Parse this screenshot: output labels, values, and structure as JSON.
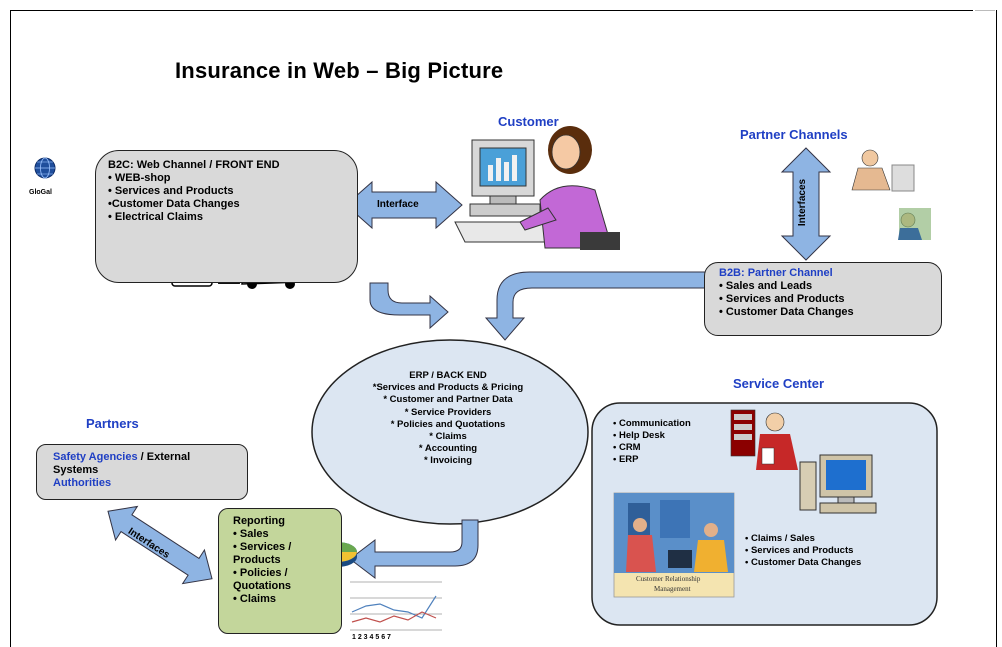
{
  "title": "Insurance in Web – Big Picture",
  "globe_label": "GloGal",
  "headers": {
    "customer": "Customer",
    "partner_channels": "Partner Channels",
    "service_center": "Service Center",
    "partners": "Partners"
  },
  "b2c": {
    "heading": "B2C: Web Channel / FRONT END",
    "items": [
      "• WEB-shop",
      "• Services and Products",
      "•Customer Data Changes",
      "• Electrical Claims"
    ]
  },
  "b2b": {
    "heading": "B2B: Partner Channel",
    "items": [
      "• Sales and Leads",
      "• Services and Products",
      "• Customer Data Changes"
    ]
  },
  "erp": {
    "heading": "ERP / BACK END",
    "items": [
      "*Services and Products & Pricing",
      "* Customer and Partner Data",
      "* Service Providers",
      "* Policies and Quotations",
      "* Claims",
      "* Accounting",
      "* Invoicing"
    ]
  },
  "partners_box": {
    "line1_blue": "Safety Agencies",
    "line1_rest": " / External",
    "line2": "Systems",
    "line3": "Authorities"
  },
  "reporting": {
    "heading": "Reporting",
    "items": [
      "• Sales",
      "• Services /",
      "Products",
      "• Policies /",
      "Quotations",
      "• Claims"
    ]
  },
  "service_center": {
    "list1": [
      "• Communication",
      "• Help Desk",
      "• CRM",
      "• ERP"
    ],
    "list2": [
      "• Claims / Sales",
      "• Services and Products",
      "• Customer Data Changes"
    ],
    "crm_caption_1": "Customer Relationship",
    "crm_caption_2": "Management"
  },
  "arrows": {
    "interface": "Interface",
    "interfaces_vertical": "Interfaces",
    "interfaces_diag": "Interfaces"
  },
  "chart_axis": "1 2 3 4 5 6 7",
  "colors": {
    "header_blue": "#1f3fc4",
    "box_gray": "#d9d9d9",
    "erp_fill": "#dce6f2",
    "service_fill": "#dce6f2",
    "reporting_fill": "#c3d69b",
    "arrow_fill": "#8eb4e3"
  }
}
